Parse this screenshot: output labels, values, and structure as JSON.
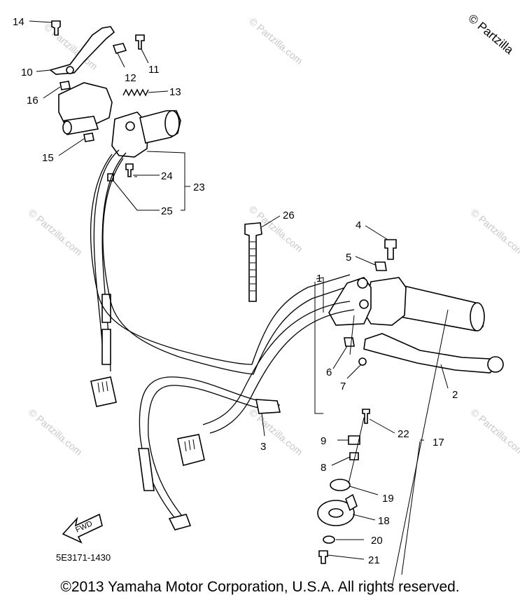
{
  "watermark_corner": "© Partzilla",
  "watermark_text": "© Partzilla.com",
  "diagram_code": "5E3171-1430",
  "fwd_label": "FWD",
  "copyright": "©2013 Yamaha Motor Corporation, U.S.A. All rights reserved.",
  "callouts": {
    "n1": "1",
    "n2": "2",
    "n3": "3",
    "n4": "4",
    "n5": "5",
    "n6": "6",
    "n7": "7",
    "n8": "8",
    "n9": "9",
    "n10": "10",
    "n11": "11",
    "n12": "12",
    "n13": "13",
    "n14": "14",
    "n15": "15",
    "n16": "16",
    "n17": "17",
    "n18": "18",
    "n19": "19",
    "n20": "20",
    "n21": "21",
    "n22": "22",
    "n23": "23",
    "n24": "24",
    "n25": "25",
    "n26": "26"
  }
}
